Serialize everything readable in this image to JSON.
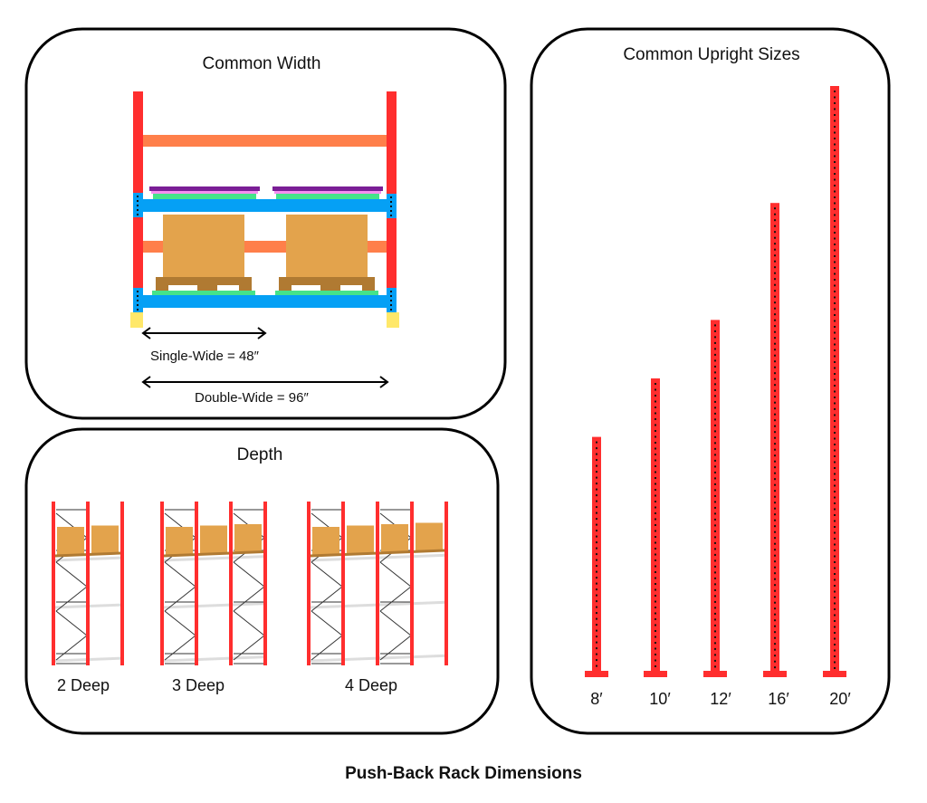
{
  "title": "Push-Back Rack Dimensions",
  "colors": {
    "upright": "#ff2e2e",
    "top_beam": "#ff7f4a",
    "load_beam": "#05a0f5",
    "deck": "#45e38a",
    "box": "#e3a34c",
    "pallet": "#b07a32",
    "cart_top": "#7a1e96",
    "cart_mid": "#f58ef0",
    "footplate": "#ffe86a",
    "brace": "#333333",
    "rail": "#dddddd",
    "outline": "#000000"
  },
  "panels": {
    "width": {
      "title": "Common Width",
      "single_label": "Single-Wide = 48″",
      "double_label": "Double-Wide = 96″",
      "single_inches": 48,
      "double_inches": 96
    },
    "depth": {
      "title": "Depth",
      "configs": [
        {
          "label": "2 Deep",
          "pallets": 2
        },
        {
          "label": "3 Deep",
          "pallets": 3
        },
        {
          "label": "4 Deep",
          "pallets": 4
        }
      ]
    },
    "uprights": {
      "title": "Common Upright Sizes",
      "sizes": [
        {
          "label": "8′",
          "feet": 8
        },
        {
          "label": "10′",
          "feet": 10
        },
        {
          "label": "12′",
          "feet": 12
        },
        {
          "label": "16′",
          "feet": 16
        },
        {
          "label": "20′",
          "feet": 20
        }
      ]
    }
  }
}
